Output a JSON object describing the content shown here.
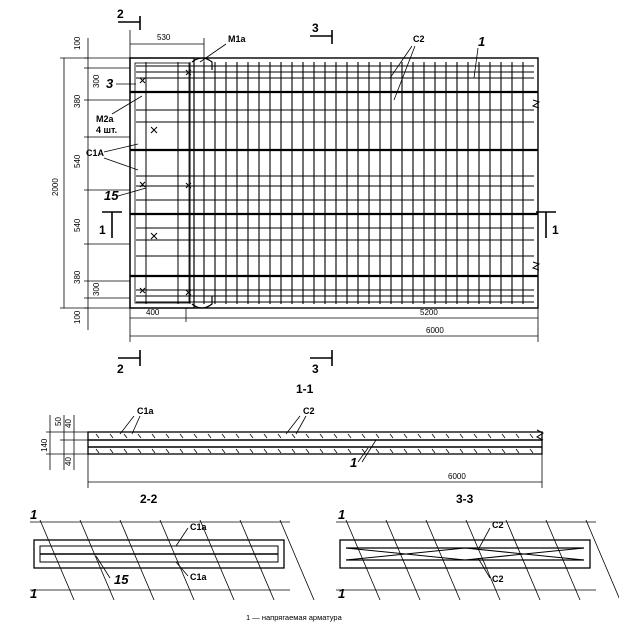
{
  "plan": {
    "dims_left": [
      "100",
      "300",
      "380",
      "540",
      "2000",
      "540",
      "380",
      "300",
      "100"
    ],
    "dim_top": "530",
    "dim_400": "400",
    "dim_5200": "5200",
    "dim_6000": "6000",
    "lbl_m1a": "М1а",
    "lbl_c2": "С2",
    "lbl_1": "1",
    "lbl_3": "3",
    "lbl_m2a": "М2а",
    "lbl_4sht": "4 шт.",
    "lbl_c1a": "С1А",
    "lbl_15": "15",
    "cut_1": "1",
    "cut_2": "2",
    "cut_3": "3"
  },
  "section11": {
    "title": "1-1",
    "dim_140": "140",
    "dim_50": "50",
    "dim_40a": "40",
    "dim_40b": "40",
    "lbl_c1a": "С1а",
    "lbl_c2": "С2",
    "lbl_1": "1",
    "dim_6000": "6000"
  },
  "section22": {
    "title": "2-2",
    "lbl_1a": "1",
    "lbl_1b": "1",
    "lbl_c1a_top": "С1а",
    "lbl_c1a_bot": "С1а",
    "lbl_15": "15"
  },
  "section33": {
    "title": "3-3",
    "lbl_1a": "1",
    "lbl_1b": "1",
    "lbl_c2_top": "С2",
    "lbl_c2_bot": "С2"
  },
  "footnote": "1 — напрягаемая арматура"
}
